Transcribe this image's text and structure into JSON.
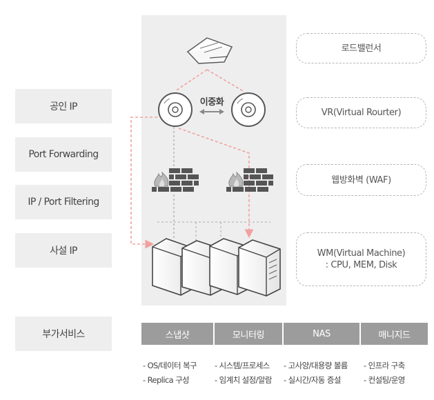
{
  "left_labels": {
    "public_ip": "공인 IP",
    "port_forwarding": "Port Forwarding",
    "ip_port_filtering": "IP / Port Filtering",
    "private_ip": "사설 IP",
    "value_added": "부가서비스"
  },
  "diagram": {
    "duplex_label": "이중화",
    "icons": [
      "load-balancer-icon",
      "router-icon",
      "firewall-icon",
      "server-icon"
    ]
  },
  "right_labels": {
    "load_balancer": "로드밸런서",
    "vr": "VR(Virtual Rourter)",
    "waf": "웹방화벽 (WAF)",
    "vm_line1": "WM(Virtual Machine)",
    "vm_line2": ": CPU, MEM, Disk"
  },
  "services": [
    {
      "tab": "스냅샷",
      "items": [
        "- OS/데이터 복구",
        "- Replica 구성"
      ]
    },
    {
      "tab": "모니터링",
      "items": [
        "- 시스템/프로세스",
        "- 임계치 설정/알람"
      ]
    },
    {
      "tab": "NAS",
      "items": [
        "- 고사양/대용량 볼륨",
        "- 실시간/자동 증설"
      ]
    },
    {
      "tab": "매니지드",
      "items": [
        "- 인프라 구축",
        "- 컨설팅/운영"
      ]
    }
  ],
  "colors": {
    "accent": "#f0a0a0",
    "panel": "#eeeeee",
    "tab": "#9c9c9c",
    "pill_border": "#b5b5b5"
  }
}
